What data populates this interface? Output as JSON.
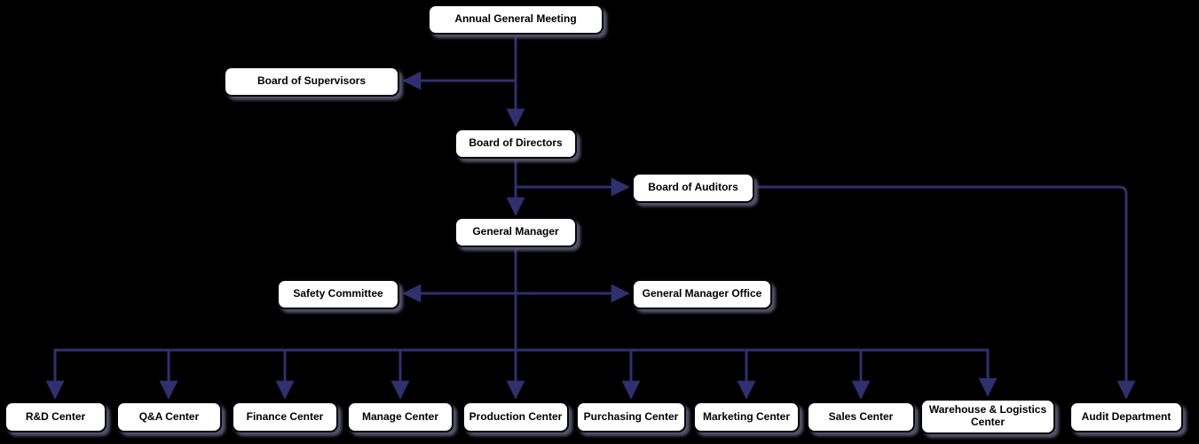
{
  "diagram": {
    "type": "org-chart",
    "background_color": "#000000",
    "connector_color": "#30306e",
    "node_style": {
      "fill": "#ffffff",
      "border": "#000000",
      "text_color": "#000000"
    }
  },
  "nodes": [
    {
      "label": "Annual General Meeting"
    },
    {
      "label": "Board of Supervisors"
    },
    {
      "label": "Board of Directors"
    },
    {
      "label": "Board of Auditors"
    },
    {
      "label": "General Manager"
    },
    {
      "label": "Safety Committee"
    },
    {
      "label": "General Manager Office"
    },
    {
      "label": "R&D Center"
    },
    {
      "label": "Q&A Center"
    },
    {
      "label": "Finance Center"
    },
    {
      "label": "Manage Center"
    },
    {
      "label": "Production Center"
    },
    {
      "label": "Purchasing Center"
    },
    {
      "label": "Marketing Center"
    },
    {
      "label": "Sales Center"
    },
    {
      "label": "Warehouse & Logistics Center"
    },
    {
      "label": "Audit Department"
    }
  ],
  "edges": [
    {
      "from": "Annual General Meeting",
      "to": "Board of Supervisors"
    },
    {
      "from": "Annual General Meeting",
      "to": "Board of Directors"
    },
    {
      "from": "Board of Directors",
      "to": "Board of Auditors"
    },
    {
      "from": "Board of Directors",
      "to": "General Manager"
    },
    {
      "from": "Board of Auditors",
      "to": "Audit Department"
    },
    {
      "from": "General Manager",
      "to": "Safety Committee"
    },
    {
      "from": "General Manager",
      "to": "General Manager Office"
    },
    {
      "from": "General Manager",
      "to": "R&D Center"
    },
    {
      "from": "General Manager",
      "to": "Q&A Center"
    },
    {
      "from": "General Manager",
      "to": "Finance Center"
    },
    {
      "from": "General Manager",
      "to": "Manage Center"
    },
    {
      "from": "General Manager",
      "to": "Production Center"
    },
    {
      "from": "General Manager",
      "to": "Purchasing Center"
    },
    {
      "from": "General Manager",
      "to": "Marketing Center"
    },
    {
      "from": "General Manager",
      "to": "Sales Center"
    },
    {
      "from": "General Manager",
      "to": "Warehouse & Logistics Center"
    }
  ]
}
